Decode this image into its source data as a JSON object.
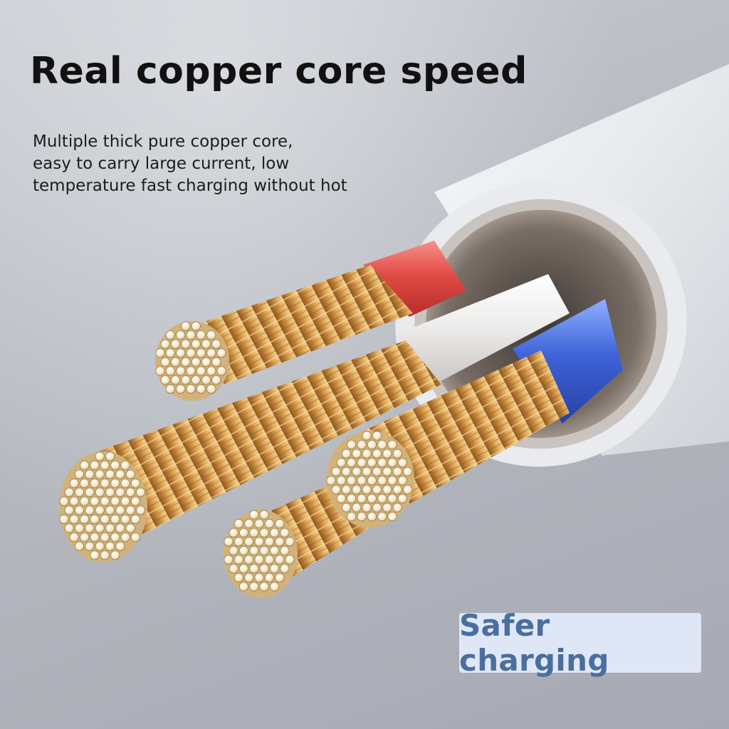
{
  "headline": "Real copper core speed",
  "description": {
    "lines": [
      "Multiple thick pure copper core,",
      "easy to carry large current, low",
      "temperature fast charging without hot"
    ]
  },
  "badge": {
    "label": "Safer charging"
  },
  "colors": {
    "headline_text": "#111111",
    "badge_background": "#dfe7f7",
    "badge_text": "#4a6e9e",
    "copper": "#d9a35a",
    "red_insulation": "#e04a45",
    "white_insulation": "#ecebea",
    "blue_insulation": "#3e63d8",
    "cable_jacket": "#ecedf0"
  }
}
